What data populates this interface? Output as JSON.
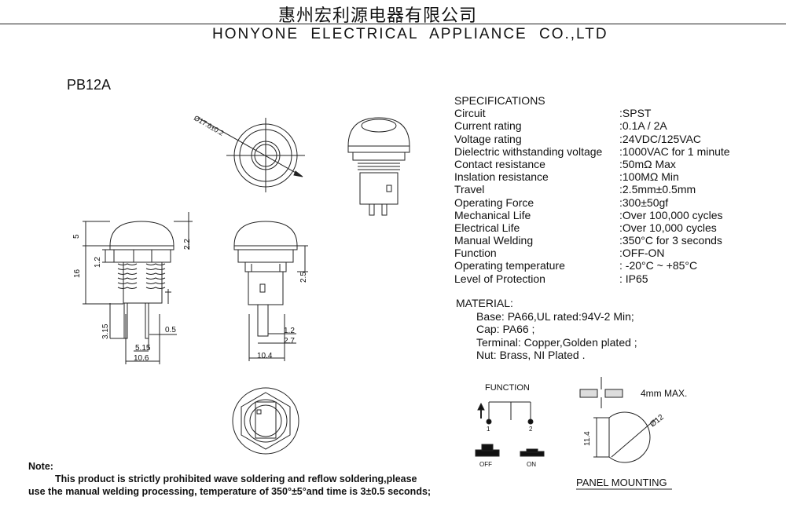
{
  "header": {
    "company_cn": "惠州宏利源电器有限公司",
    "company_en": "HONYONE  ELECTRICAL  APPLIANCE  CO.,LTD"
  },
  "model": "PB12A",
  "specifications": {
    "title": "SPECIFICATIONS",
    "rows": [
      {
        "label": "Circuit",
        "value": ":SPST"
      },
      {
        "label": "Current rating",
        "value": ":0.1A / 2A"
      },
      {
        "label": "Voltage rating",
        "value": ":24VDC/125VAC"
      },
      {
        "label": "Dielectric withstanding voltage",
        "value": ":1000VAC for 1 minute"
      },
      {
        "label": "Contact resistance",
        "value": ":50mΩ    Max"
      },
      {
        "label": "Inslation resistance",
        "value": ":100MΩ   Min"
      },
      {
        "label": "Travel",
        "value": ":2.5mm±0.5mm"
      },
      {
        "label": "Operating Force",
        "value": ":300±50gf"
      },
      {
        "label": "Mechanical Life",
        "value": ":Over 100,000 cycles"
      },
      {
        "label": "Electrical Life",
        "value": ":Over 10,000 cycles"
      },
      {
        "label": "Manual Welding",
        "value": ":350°C for 3 seconds"
      },
      {
        "label": "Function",
        "value": ":OFF-ON"
      },
      {
        "label": "Operating temperature",
        "value": ": -20°C ~ +85°C"
      },
      {
        "label": "Level of Protection",
        "value": ": IP65"
      }
    ]
  },
  "material": {
    "title": "MATERIAL:",
    "items": [
      "Base: PA66,UL rated:94V-2 Min;",
      "Cap: PA66 ;",
      "Terminal: Copper,Golden plated ;",
      "Nut: Brass, NI Plated ."
    ]
  },
  "dimensions": {
    "top_dia": "Ø17.6±0.2",
    "d5": "5",
    "d2_2": "2.2",
    "d16": "16",
    "d1_2_left": "1.2",
    "d3_15": "3.15",
    "d0_5": "0.5",
    "d5_15": "5.15",
    "d10_6": "10.6",
    "d2_5": "2.5",
    "d1_2_right": "1.2",
    "d2_7": "2.7",
    "d10_4": "10.4"
  },
  "function_diagram": {
    "title": "FUNCTION",
    "pin1": "1",
    "pin2": "2",
    "off": "OFF",
    "on": "ON"
  },
  "panel_mounting": {
    "max_thickness": "4mm MAX.",
    "dia": "Ø12",
    "height": "11.4",
    "title": "PANEL MOUNTING"
  },
  "note": {
    "label": "Note:",
    "line1": "This product is strictly prohibited wave soldering and reflow soldering,please",
    "line2": "use the manual welding processing, temperature of 350°±5°and time is 3±0.5 seconds;"
  }
}
